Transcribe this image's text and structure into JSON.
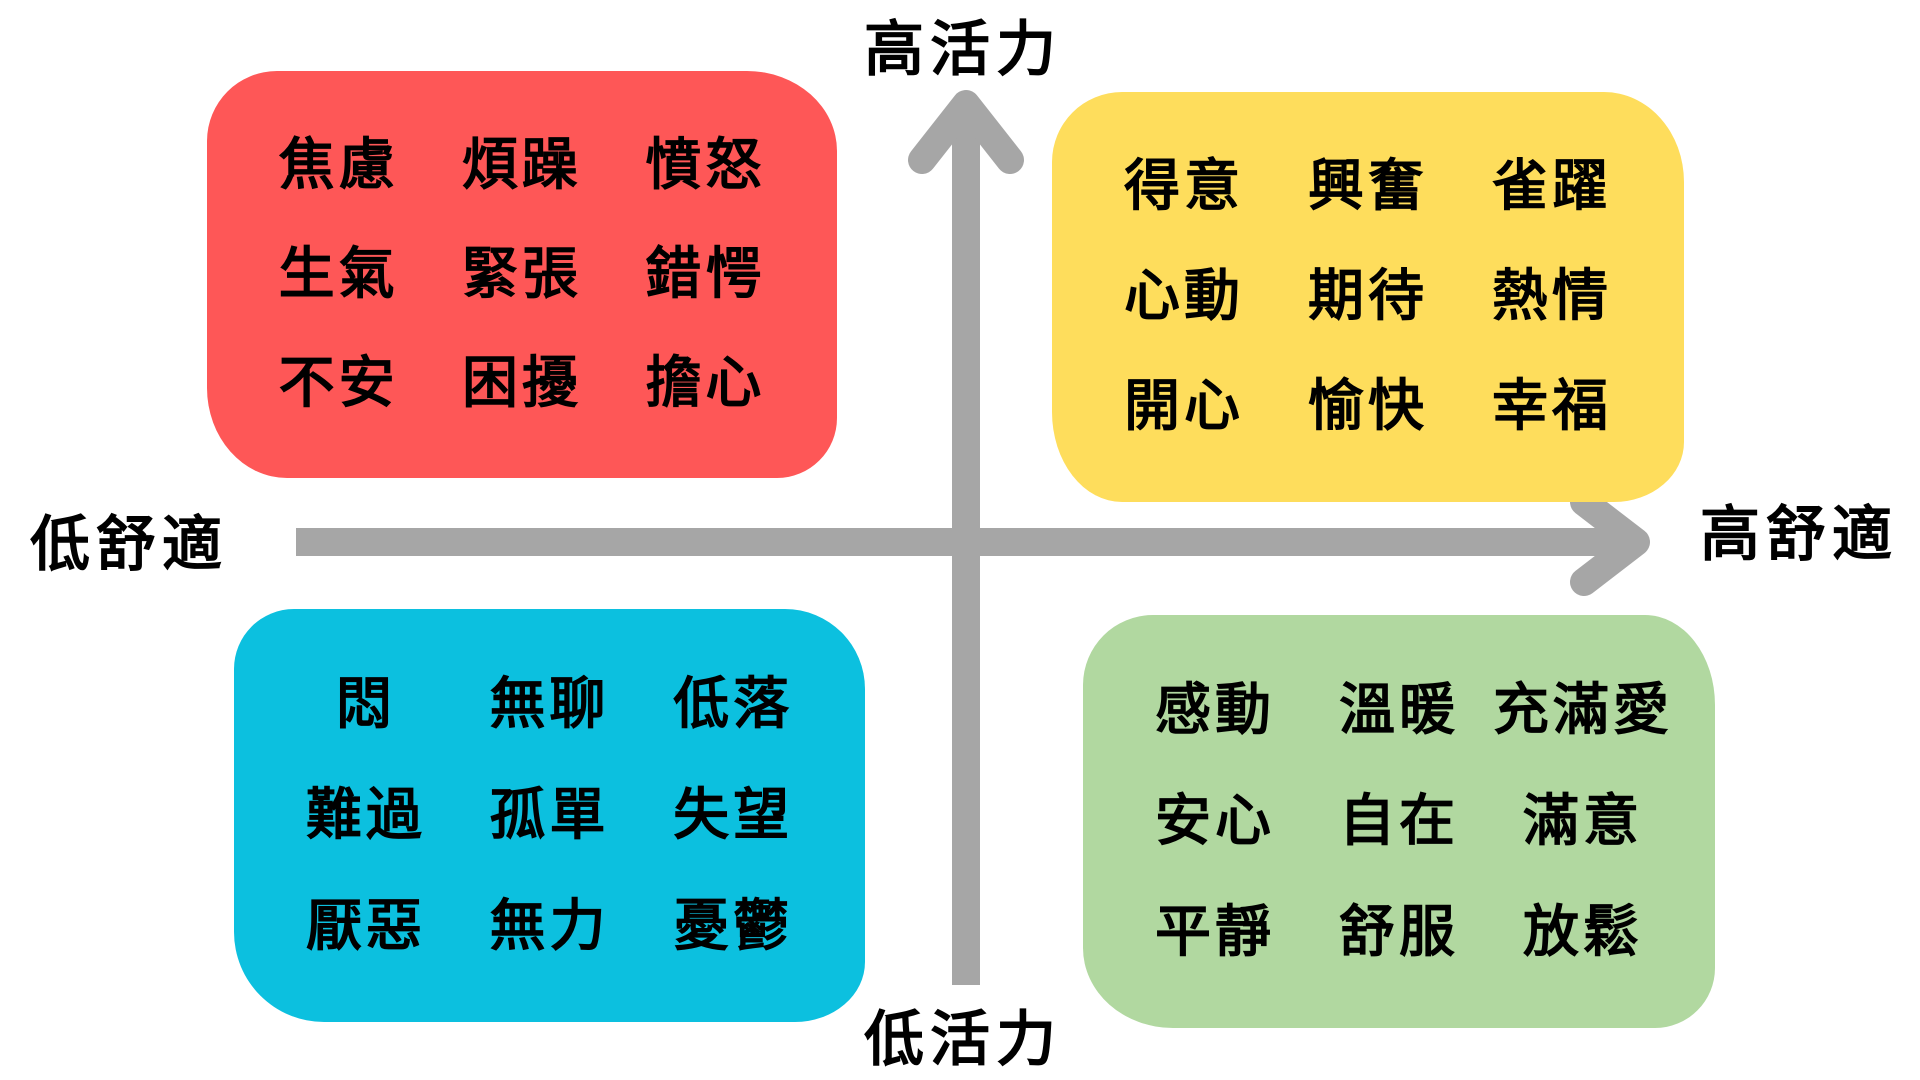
{
  "axes": {
    "top": "高活力",
    "bottom": "低活力",
    "left": "低舒適",
    "right": "高舒適",
    "color": "#a6a6a6"
  },
  "quadrants": {
    "high_energy_low_comfort": {
      "color": "#fe5757",
      "words": [
        "焦慮",
        "煩躁",
        "憤怒",
        "生氣",
        "緊張",
        "錯愕",
        "不安",
        "困擾",
        "擔心"
      ]
    },
    "high_energy_high_comfort": {
      "color": "#fedd5c",
      "words": [
        "得意",
        "興奮",
        "雀躍",
        "心動",
        "期待",
        "熱情",
        "開心",
        "愉快",
        "幸福"
      ]
    },
    "low_energy_low_comfort": {
      "color": "#0cc0df",
      "words": [
        "悶",
        "無聊",
        "低落",
        "難過",
        "孤單",
        "失望",
        "厭惡",
        "無力",
        "憂鬱"
      ]
    },
    "low_energy_high_comfort": {
      "color": "#b1d8a0",
      "words": [
        "感動",
        "溫暖",
        "充滿愛",
        "安心",
        "自在",
        "滿意",
        "平靜",
        "舒服",
        "放鬆"
      ]
    }
  }
}
